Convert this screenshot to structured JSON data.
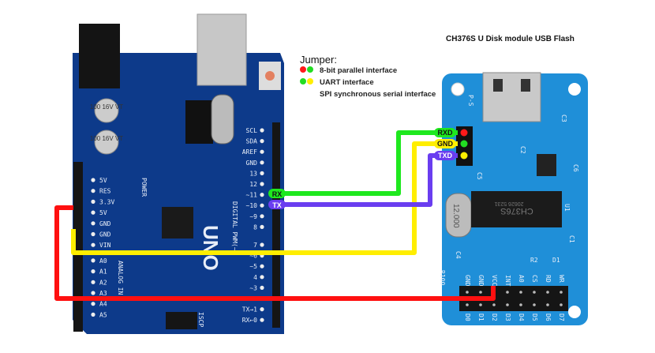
{
  "title": "CH376S U Disk module USB Flash",
  "jumper": {
    "heading": "Jumper:",
    "items": [
      {
        "label": "8-bit parallel interface",
        "dots": [
          "#ff1a1a",
          "#22dd22"
        ]
      },
      {
        "label": "UART interface",
        "dots": [
          "#22dd22",
          "#ffee00"
        ]
      },
      {
        "label": "SPI synchronous serial interface",
        "dots": []
      }
    ]
  },
  "wires": {
    "rx": {
      "label": "RX",
      "color": "#1ee81e"
    },
    "tx": {
      "label": "TX",
      "color": "#6a3df0"
    },
    "gnd": {
      "color": "#ffee00"
    },
    "vcc": {
      "color": "#ff1010"
    }
  },
  "arduino": {
    "model": "UNO",
    "power_label": "POWER",
    "analog_label": "ANALOG IN",
    "digital_label": "DIGITAL PWM(~)",
    "icsp_label": "ISCP",
    "cap_label": "100 16V VT",
    "left_pins": [
      "5V",
      "RES",
      "3.3V",
      "5V",
      "GND",
      "GND",
      "VIN",
      "A0",
      "A1",
      "A2",
      "A3",
      "A4",
      "A5"
    ],
    "right_pins": [
      "SCL",
      "SDA",
      "AREF",
      "GND",
      "13",
      "12",
      "~11",
      "~10",
      "~9",
      "8",
      "7",
      "~6",
      "~5",
      "4",
      "~3",
      "2",
      "TX→1",
      "RX←0"
    ]
  },
  "module": {
    "jumper_labels": [
      "RXD",
      "GND",
      "TXD"
    ],
    "mode_label": "P-S",
    "crystal": "12.000",
    "chip": "CH376S",
    "chip_code": "20626 5231",
    "top_pins": [
      "GND",
      "GND",
      "VCC",
      "INT",
      "A0",
      "CS",
      "RD",
      "WR"
    ],
    "bottom_pins": [
      "D0",
      "D1",
      "D2",
      "D3",
      "D4",
      "D5",
      "D6",
      "D7"
    ],
    "silk": [
      "C1",
      "C2",
      "C3",
      "C4",
      "C5",
      "C6",
      "R2",
      "D1",
      "U1",
      "R100"
    ]
  },
  "colors": {
    "arduino_board": "#0d3a8a",
    "module_board": "#1f8fd8"
  }
}
